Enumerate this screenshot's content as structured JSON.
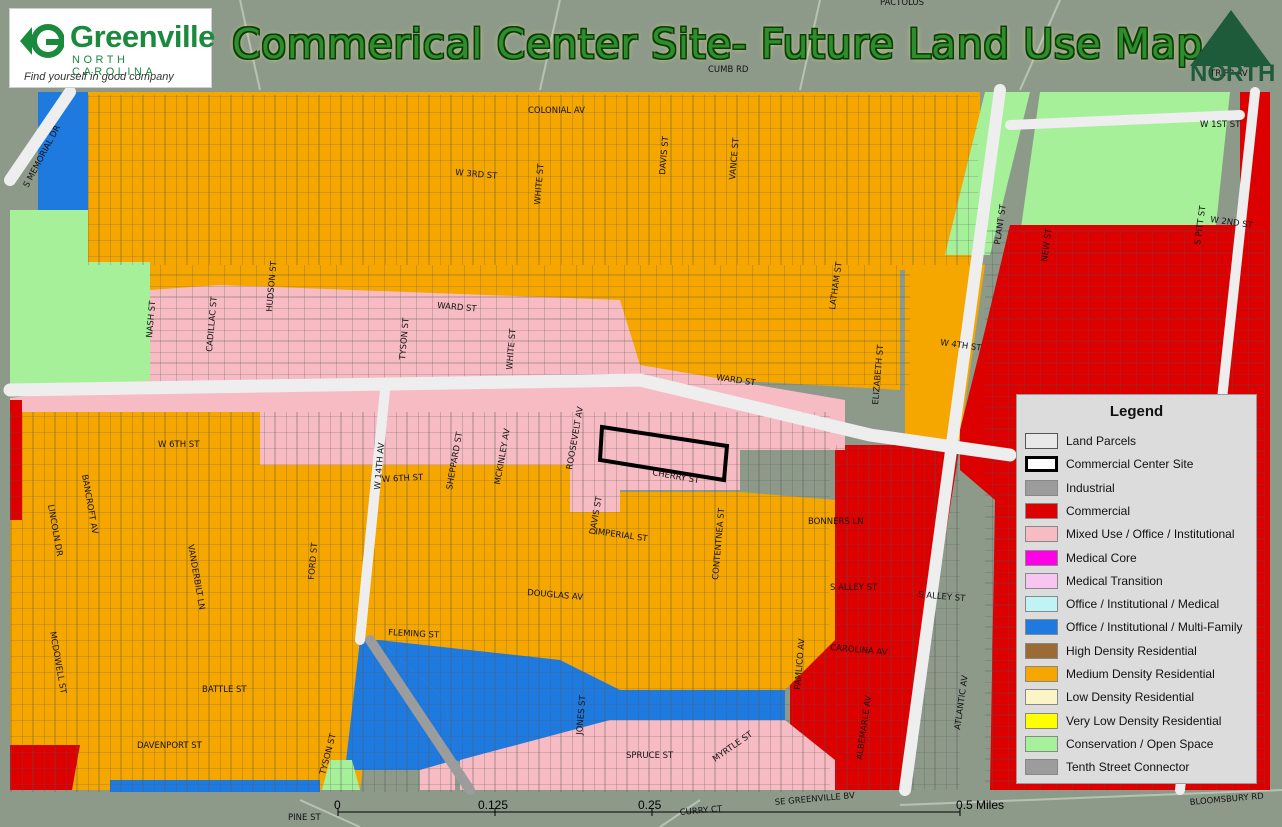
{
  "header": {
    "logo_name": "Greenville",
    "logo_state": "NORTH CAROLINA",
    "logo_tagline": "Find yourself in good company",
    "title": "Commerical Center Site- Future Land Use Map",
    "north_label": "NORTH"
  },
  "colors": {
    "medium_density": "#f5a700",
    "mixed_use": "#f7bcc3",
    "commercial": "#dd0000",
    "office_multi_family": "#1f7ae0",
    "conservation": "#a6f09a",
    "road": "#eaeaea",
    "base": "#8d9a8a"
  },
  "legend": {
    "title": "Legend",
    "items": [
      {
        "label": "Land Parcels",
        "color": "#e8e8e8",
        "style": "outline"
      },
      {
        "label": "Commercial Center Site",
        "color": "#ffffff",
        "style": "thick"
      },
      {
        "label": "Industrial",
        "color": "#9c9c9c",
        "style": "fill"
      },
      {
        "label": "Commercial",
        "color": "#dd0000",
        "style": "fill"
      },
      {
        "label": "Mixed Use / Office / Institutional",
        "color": "#f7bcc3",
        "style": "fill"
      },
      {
        "label": "Medical Core",
        "color": "#ff00e6",
        "style": "fill"
      },
      {
        "label": "Medical Transition",
        "color": "#f8c4f0",
        "style": "fill"
      },
      {
        "label": "Office / Institutional / Medical",
        "color": "#bff3f6",
        "style": "fill"
      },
      {
        "label": "Office / Institutional / Multi-Family",
        "color": "#1f7ae0",
        "style": "fill"
      },
      {
        "label": "High Density Residential",
        "color": "#9c6a35",
        "style": "fill"
      },
      {
        "label": "Medium Density Residential",
        "color": "#f5a700",
        "style": "fill"
      },
      {
        "label": "Low Density Residential",
        "color": "#faf4c6",
        "style": "fill"
      },
      {
        "label": "Very Low Density Residential",
        "color": "#ffff00",
        "style": "fill"
      },
      {
        "label": "Conservation / Open Space",
        "color": "#a6f09a",
        "style": "fill"
      },
      {
        "label": "Tenth Street Connector",
        "color": "#9c9c9c",
        "style": "fill"
      }
    ]
  },
  "scalebar": {
    "labels": [
      "0",
      "0.125",
      "0.25",
      "0.5 Miles"
    ]
  },
  "streets": [
    {
      "name": "COLONIAL AV"
    },
    {
      "name": "W 3RD ST"
    },
    {
      "name": "WHITE ST"
    },
    {
      "name": "DAVIS ST"
    },
    {
      "name": "VANCE ST"
    },
    {
      "name": "S MEMORIAL DR"
    },
    {
      "name": "PLANT ST"
    },
    {
      "name": "W 1ST ST"
    },
    {
      "name": "W 2ND ST"
    },
    {
      "name": "S PITT ST"
    },
    {
      "name": "NEW ST"
    },
    {
      "name": "LATHAM ST"
    },
    {
      "name": "HUDSON ST"
    },
    {
      "name": "CADILLAC ST"
    },
    {
      "name": "NASH ST"
    },
    {
      "name": "TYSON ST"
    },
    {
      "name": "WARD ST"
    },
    {
      "name": "WHITE ST"
    },
    {
      "name": "WARD ST"
    },
    {
      "name": "W 4TH ST"
    },
    {
      "name": "ELIZABETH ST"
    },
    {
      "name": "W 6TH ST"
    },
    {
      "name": "W 14TH AV"
    },
    {
      "name": "W 6TH ST"
    },
    {
      "name": "SHEPPARD ST"
    },
    {
      "name": "MCKINLEY AV"
    },
    {
      "name": "ROOSEVELT AV"
    },
    {
      "name": "CHERRY ST"
    },
    {
      "name": "DAVIS ST"
    },
    {
      "name": "IMPERIAL ST"
    },
    {
      "name": "CONTENTNEA ST"
    },
    {
      "name": "BONNERS LN"
    },
    {
      "name": "LINCOLN DR"
    },
    {
      "name": "BANCROFT AV"
    },
    {
      "name": "VANDERBILT LN"
    },
    {
      "name": "FORD ST"
    },
    {
      "name": "DOUGLAS AV"
    },
    {
      "name": "S ALLEY ST"
    },
    {
      "name": "S ALLEY ST"
    },
    {
      "name": "FLEMING ST"
    },
    {
      "name": "CAROLINA AV"
    },
    {
      "name": "PAMLICO AV"
    },
    {
      "name": "MCDOWELL ST"
    },
    {
      "name": "BATTLE ST"
    },
    {
      "name": "DAVENPORT ST"
    },
    {
      "name": "JONES ST"
    },
    {
      "name": "SPRUCE ST"
    },
    {
      "name": "MYRTLE ST"
    },
    {
      "name": "ALBEMARLE AV"
    },
    {
      "name": "ATLANTIC AV"
    },
    {
      "name": "TYSON ST"
    },
    {
      "name": "PINE ST"
    },
    {
      "name": "CURRY CT"
    },
    {
      "name": "SE GREENVILLE BV"
    },
    {
      "name": "BLOOMSBURY RD"
    },
    {
      "name": "PACTOLUS"
    },
    {
      "name": "TRIPP AV"
    },
    {
      "name": "CUMB RD"
    }
  ]
}
